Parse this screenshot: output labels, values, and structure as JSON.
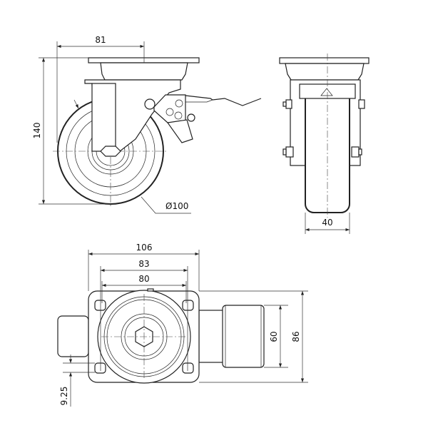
{
  "drawing": {
    "title": "Swivel caster with brake - technical drawing",
    "dimensions": {
      "offset": "81",
      "height": "140",
      "wheel_diameter": "Ø100",
      "wheel_width": "40",
      "plate_width": "106",
      "hole_spacing_outer": "83",
      "hole_spacing_inner": "80",
      "hole_spacing_vertical": "60",
      "plate_depth": "86",
      "hole_size": "9.25"
    }
  }
}
